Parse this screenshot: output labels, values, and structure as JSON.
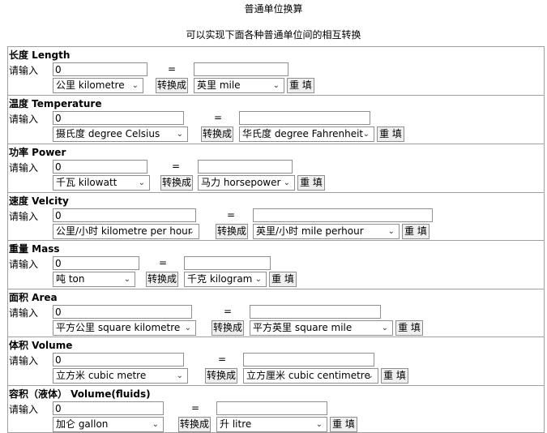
{
  "page": {
    "title": "普通单位换算",
    "subtitle": "可以实现下面各种普通单位间的相互转换"
  },
  "common": {
    "prompt": "请输入",
    "equals": "=",
    "convert": "转换成",
    "reset": "重 填"
  },
  "sections": [
    {
      "title": "长度 Length",
      "input_value": "0",
      "output_value": "",
      "from_unit": "公里 kilometre",
      "to_unit": "英里 mile"
    },
    {
      "title": "温度 Temperature",
      "input_value": "0",
      "output_value": "",
      "from_unit": "摄氏度 degree Celsius",
      "to_unit": "华氏度 degree Fahrenheit"
    },
    {
      "title": "功率 Power",
      "input_value": "0",
      "output_value": "",
      "from_unit": "千瓦 kilowatt",
      "to_unit": "马力 horsepower"
    },
    {
      "title": "速度 Velcity",
      "input_value": "0",
      "output_value": "",
      "from_unit": "公里/小时 kilometre per hour",
      "to_unit": "英里/小时 mile perhour"
    },
    {
      "title": "重量 Mass",
      "input_value": "0",
      "output_value": "",
      "from_unit": "吨 ton",
      "to_unit": "千克 kilogram"
    },
    {
      "title": "面积 Area",
      "input_value": "0",
      "output_value": "",
      "from_unit": "平方公里 square kilometre",
      "to_unit": "平方英里 square mile"
    },
    {
      "title": "体积 Volume",
      "input_value": "0",
      "output_value": "",
      "from_unit": "立方米 cubic metre",
      "to_unit": "立方厘米 cubic centimetre"
    },
    {
      "title": "容积（液体） Volume(fluids)",
      "input_value": "0",
      "output_value": "",
      "from_unit": "加仑 gallon",
      "to_unit": "升 litre"
    }
  ]
}
